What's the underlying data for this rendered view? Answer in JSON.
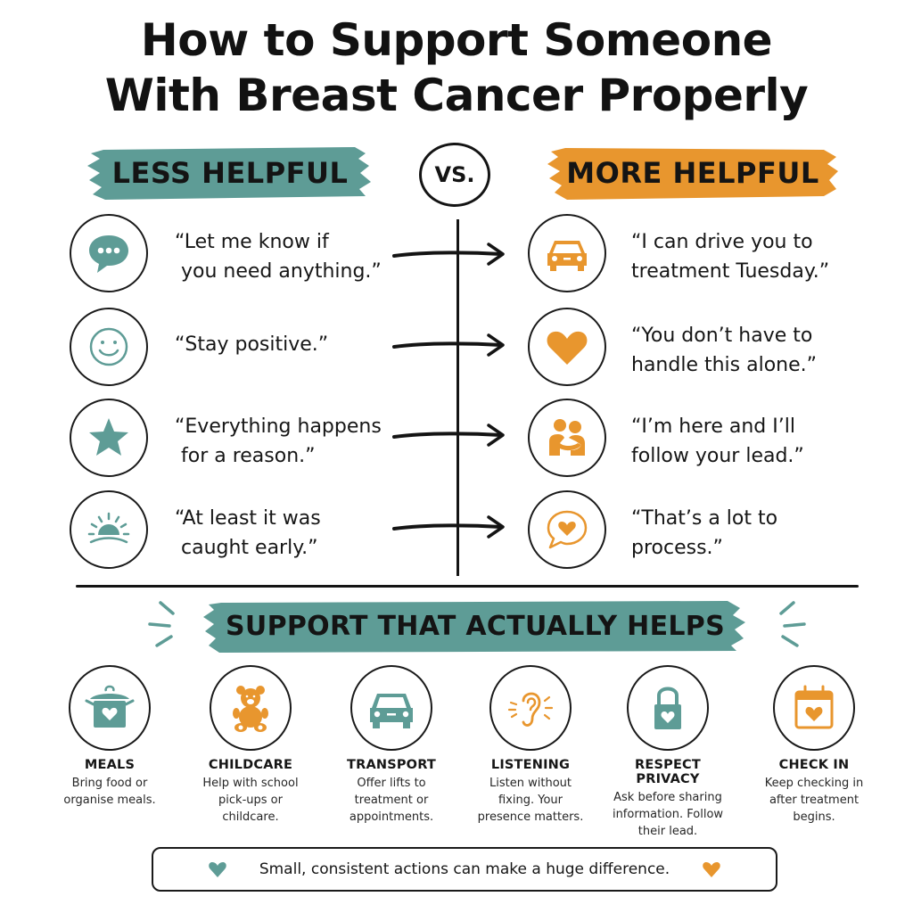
{
  "title": {
    "line1": "How to Support Someone",
    "line2": "With Breast Cancer Properly"
  },
  "colors": {
    "teal": "#5e9c96",
    "orange": "#e8962e",
    "ink": "#141414"
  },
  "comparison": {
    "less_label": "LESS HELPFUL",
    "vs_label": "VS.",
    "more_label": "MORE HELPFUL",
    "rows": [
      {
        "less_icon": "speech-bubble-icon",
        "less_line1": "“Let me know if",
        "less_line2": " you need anything.”",
        "more_icon": "car-icon",
        "more_line1": "“I can drive you to",
        "more_line2": "treatment Tuesday.”"
      },
      {
        "less_icon": "smiley-icon",
        "less_line1": "“Stay positive.”",
        "less_line2": "",
        "more_icon": "heart-icon",
        "more_line1": "“You don’t have to",
        "more_line2": "handle this alone.”"
      },
      {
        "less_icon": "star-icon",
        "less_line1": "“Everything happens",
        "less_line2": " for a reason.”",
        "more_icon": "hug-icon",
        "more_line1": "“I’m here and I’ll",
        "more_line2": "follow your lead.”"
      },
      {
        "less_icon": "sunrise-icon",
        "less_line1": "“At least it was",
        "less_line2": " caught early.”",
        "more_icon": "heart-speech-bubble-icon",
        "more_line1": "“That’s a lot to",
        "more_line2": "process.”"
      }
    ]
  },
  "support": {
    "heading": "SUPPORT THAT ACTUALLY HELPS",
    "items": [
      {
        "icon": "cooking-pot-icon",
        "label": "MEALS",
        "desc1": "Bring food or",
        "desc2": "organise meals.",
        "desc3": ""
      },
      {
        "icon": "teddy-bear-icon",
        "label": "CHILDCARE",
        "desc1": "Help with school",
        "desc2": "pick-ups or",
        "desc3": "childcare."
      },
      {
        "icon": "car-icon",
        "label": "TRANSPORT",
        "desc1": "Offer lifts to",
        "desc2": "treatment or",
        "desc3": "appointments."
      },
      {
        "icon": "ear-icon",
        "label": "LISTENING",
        "desc1": "Listen without",
        "desc2": "fixing. Your",
        "desc3": "presence matters."
      },
      {
        "icon": "padlock-heart-icon",
        "label": "RESPECT PRIVACY",
        "desc1": "Ask before sharing",
        "desc2": "information. Follow",
        "desc3": "their lead."
      },
      {
        "icon": "calendar-heart-icon",
        "label": "CHECK IN",
        "desc1": "Keep checking in",
        "desc2": "after treatment",
        "desc3": "begins."
      }
    ]
  },
  "footer": {
    "message": "Small, consistent actions can make a huge difference.",
    "left_icon": "teal-heart-icon",
    "right_icon": "orange-heart-icon"
  }
}
